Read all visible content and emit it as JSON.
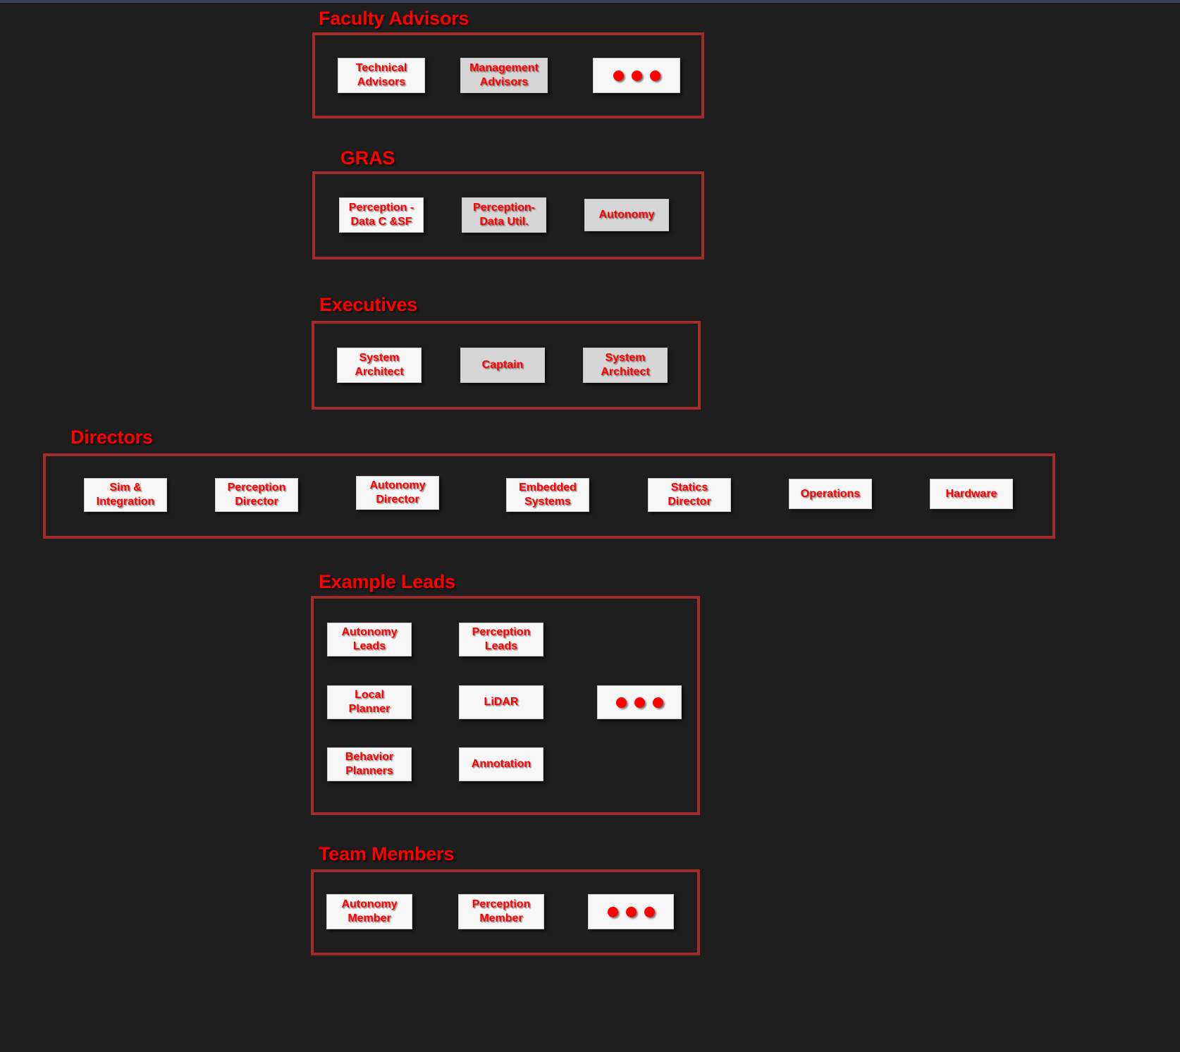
{
  "meta": {
    "background_color": "#1e1e1e",
    "accent_color": "#ff0000",
    "border_color": "#a32b2b",
    "node_white": "#f6f6f6",
    "node_grey": "#d6d6d6",
    "top_strip_color": "#3a4358"
  },
  "sections": [
    {
      "id": "faculty-advisors",
      "title": "Faculty Advisors",
      "nodes": [
        {
          "label": "Technical\nAdvisors",
          "fill": "white"
        },
        {
          "label": "Management\nAdvisors",
          "fill": "grey"
        },
        {
          "label": "",
          "fill": "white",
          "ellipsis": true
        }
      ]
    },
    {
      "id": "gras",
      "title": "GRAS",
      "nodes": [
        {
          "label": "Perception -\nData C &SF",
          "fill": "white"
        },
        {
          "label": "Perception-\nData Util.",
          "fill": "grey"
        },
        {
          "label": "Autonomy",
          "fill": "grey"
        }
      ]
    },
    {
      "id": "executives",
      "title": "Executives",
      "nodes": [
        {
          "label": "System\nArchitect",
          "fill": "white"
        },
        {
          "label": "Captain",
          "fill": "grey"
        },
        {
          "label": "System\nArchitect",
          "fill": "grey"
        }
      ]
    },
    {
      "id": "directors",
      "title": "Directors",
      "nodes": [
        {
          "label": "Sim &\nIntegration",
          "fill": "white"
        },
        {
          "label": "Perception\nDirector",
          "fill": "white"
        },
        {
          "label": "Autonomy\nDirector",
          "fill": "white"
        },
        {
          "label": "Embedded\nSystems",
          "fill": "white"
        },
        {
          "label": "Statics\nDirector",
          "fill": "white"
        },
        {
          "label": "Operations",
          "fill": "white"
        },
        {
          "label": "Hardware",
          "fill": "white"
        }
      ]
    },
    {
      "id": "example-leads",
      "title": "Example Leads",
      "nodes": [
        {
          "label": "Autonomy\nLeads",
          "fill": "white"
        },
        {
          "label": "Perception\nLeads",
          "fill": "white"
        },
        {
          "label": "Local\nPlanner",
          "fill": "white"
        },
        {
          "label": "LiDAR",
          "fill": "white"
        },
        {
          "label": "",
          "fill": "white",
          "ellipsis": true
        },
        {
          "label": "Behavior\nPlanners",
          "fill": "white"
        },
        {
          "label": "Annotation",
          "fill": "white"
        }
      ]
    },
    {
      "id": "team-members",
      "title": "Team Members",
      "nodes": [
        {
          "label": "Autonomy\nMember",
          "fill": "white"
        },
        {
          "label": "Perception\nMember",
          "fill": "white"
        },
        {
          "label": "",
          "fill": "white",
          "ellipsis": true
        }
      ]
    }
  ]
}
